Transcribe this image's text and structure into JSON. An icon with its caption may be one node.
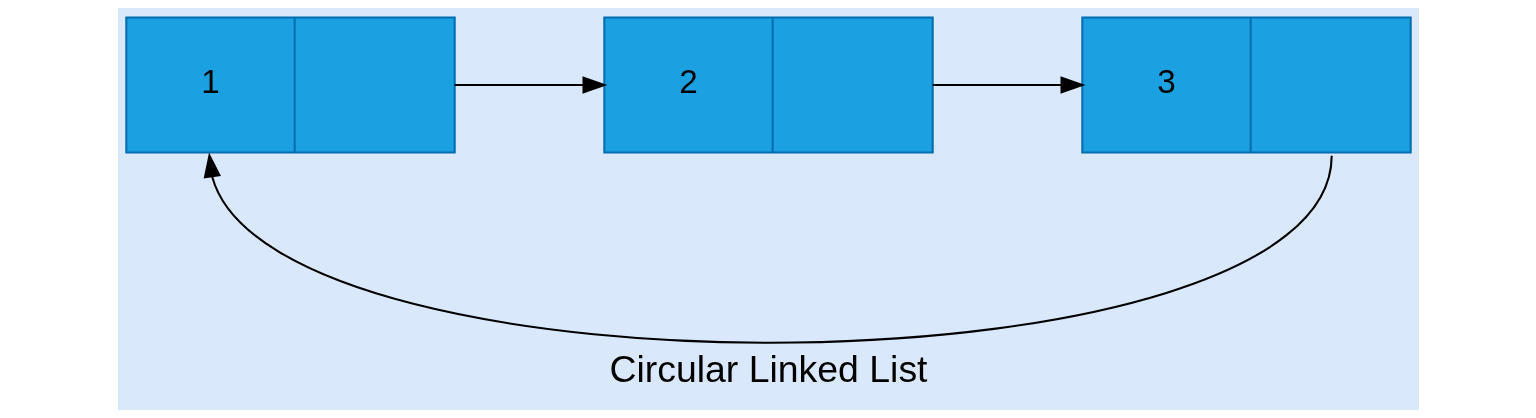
{
  "diagram": {
    "caption": "Circular Linked List",
    "nodes": [
      {
        "text": [
          "1"
        ]
      },
      {
        "text": [
          "2"
        ]
      },
      {
        "text": [
          "3"
        ]
      }
    ],
    "edges": [
      {
        "from": 0,
        "to": 1,
        "arrow": "to"
      },
      {
        "from": 1,
        "to": 2,
        "arrow": "to"
      },
      {
        "from": 2,
        "to": 0,
        "arrow": "to"
      }
    ]
  }
}
